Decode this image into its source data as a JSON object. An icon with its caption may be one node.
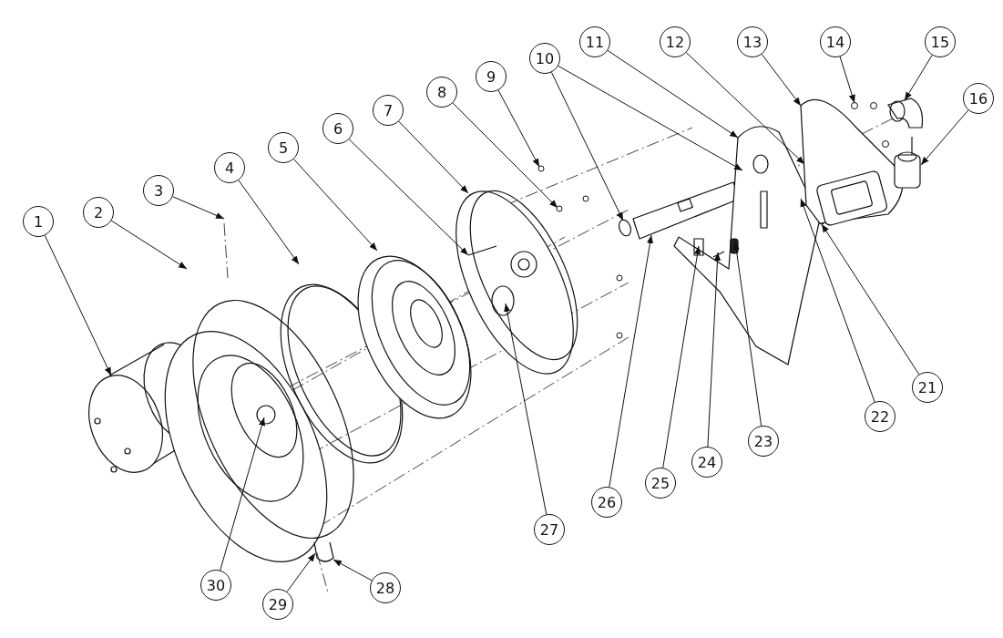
{
  "diagram": {
    "nodes": [
      {
        "text": [
          "1"
        ]
      },
      {
        "text": [
          "2"
        ]
      },
      {
        "text": [
          "3"
        ]
      },
      {
        "text": [
          "4"
        ]
      },
      {
        "text": [
          "5"
        ]
      },
      {
        "text": [
          "6"
        ]
      },
      {
        "text": [
          "7"
        ]
      },
      {
        "text": [
          "8"
        ]
      },
      {
        "text": [
          "9"
        ]
      },
      {
        "text": [
          "10"
        ]
      },
      {
        "text": [
          "11"
        ]
      },
      {
        "text": [
          "12"
        ]
      },
      {
        "text": [
          "13"
        ]
      },
      {
        "text": [
          "14"
        ]
      },
      {
        "text": [
          "15"
        ]
      },
      {
        "text": [
          "16"
        ]
      },
      {
        "text": [
          "21"
        ]
      },
      {
        "text": [
          "22"
        ]
      },
      {
        "text": [
          "23"
        ]
      },
      {
        "text": [
          "24"
        ]
      },
      {
        "text": [
          "25"
        ]
      },
      {
        "text": [
          "26"
        ]
      },
      {
        "text": [
          "27"
        ]
      },
      {
        "text": [
          "28"
        ]
      },
      {
        "text": [
          "29"
        ]
      },
      {
        "text": [
          "30"
        ]
      }
    ],
    "edges": [
      {
        "from": 0,
        "to": null,
        "arrow": "to"
      },
      {
        "from": 1,
        "to": null,
        "arrow": "to"
      },
      {
        "from": 2,
        "to": null,
        "arrow": "to"
      },
      {
        "from": 3,
        "to": null,
        "arrow": "to"
      },
      {
        "from": 4,
        "to": null,
        "arrow": "to"
      },
      {
        "from": 5,
        "to": null,
        "arrow": "to"
      },
      {
        "from": 6,
        "to": null,
        "arrow": "to"
      },
      {
        "from": 7,
        "to": null,
        "arrow": "to"
      },
      {
        "from": 8,
        "to": null,
        "arrow": "to"
      },
      {
        "from": 9,
        "to": null,
        "arrow": "to"
      },
      {
        "from": 9,
        "to": null,
        "arrow": "to"
      },
      {
        "from": 10,
        "to": null,
        "arrow": "to"
      },
      {
        "from": 11,
        "to": null,
        "arrow": "to"
      },
      {
        "from": 12,
        "to": null,
        "arrow": "to"
      },
      {
        "from": 13,
        "to": null,
        "arrow": "to"
      },
      {
        "from": 14,
        "to": null,
        "arrow": "to"
      },
      {
        "from": 15,
        "to": null,
        "arrow": "to"
      },
      {
        "from": 16,
        "to": null,
        "arrow": "to"
      },
      {
        "from": 17,
        "to": null,
        "arrow": "to"
      },
      {
        "from": 18,
        "to": null,
        "arrow": "to"
      },
      {
        "from": 19,
        "to": null,
        "arrow": "to"
      },
      {
        "from": 20,
        "to": null,
        "arrow": "to"
      },
      {
        "from": 21,
        "to": null,
        "arrow": "to"
      },
      {
        "from": 22,
        "to": null,
        "arrow": "to"
      },
      {
        "from": 23,
        "to": null,
        "arrow": "to"
      },
      {
        "from": 24,
        "to": null,
        "arrow": "to"
      },
      {
        "from": 25,
        "to": null,
        "arrow": "to"
      }
    ]
  }
}
